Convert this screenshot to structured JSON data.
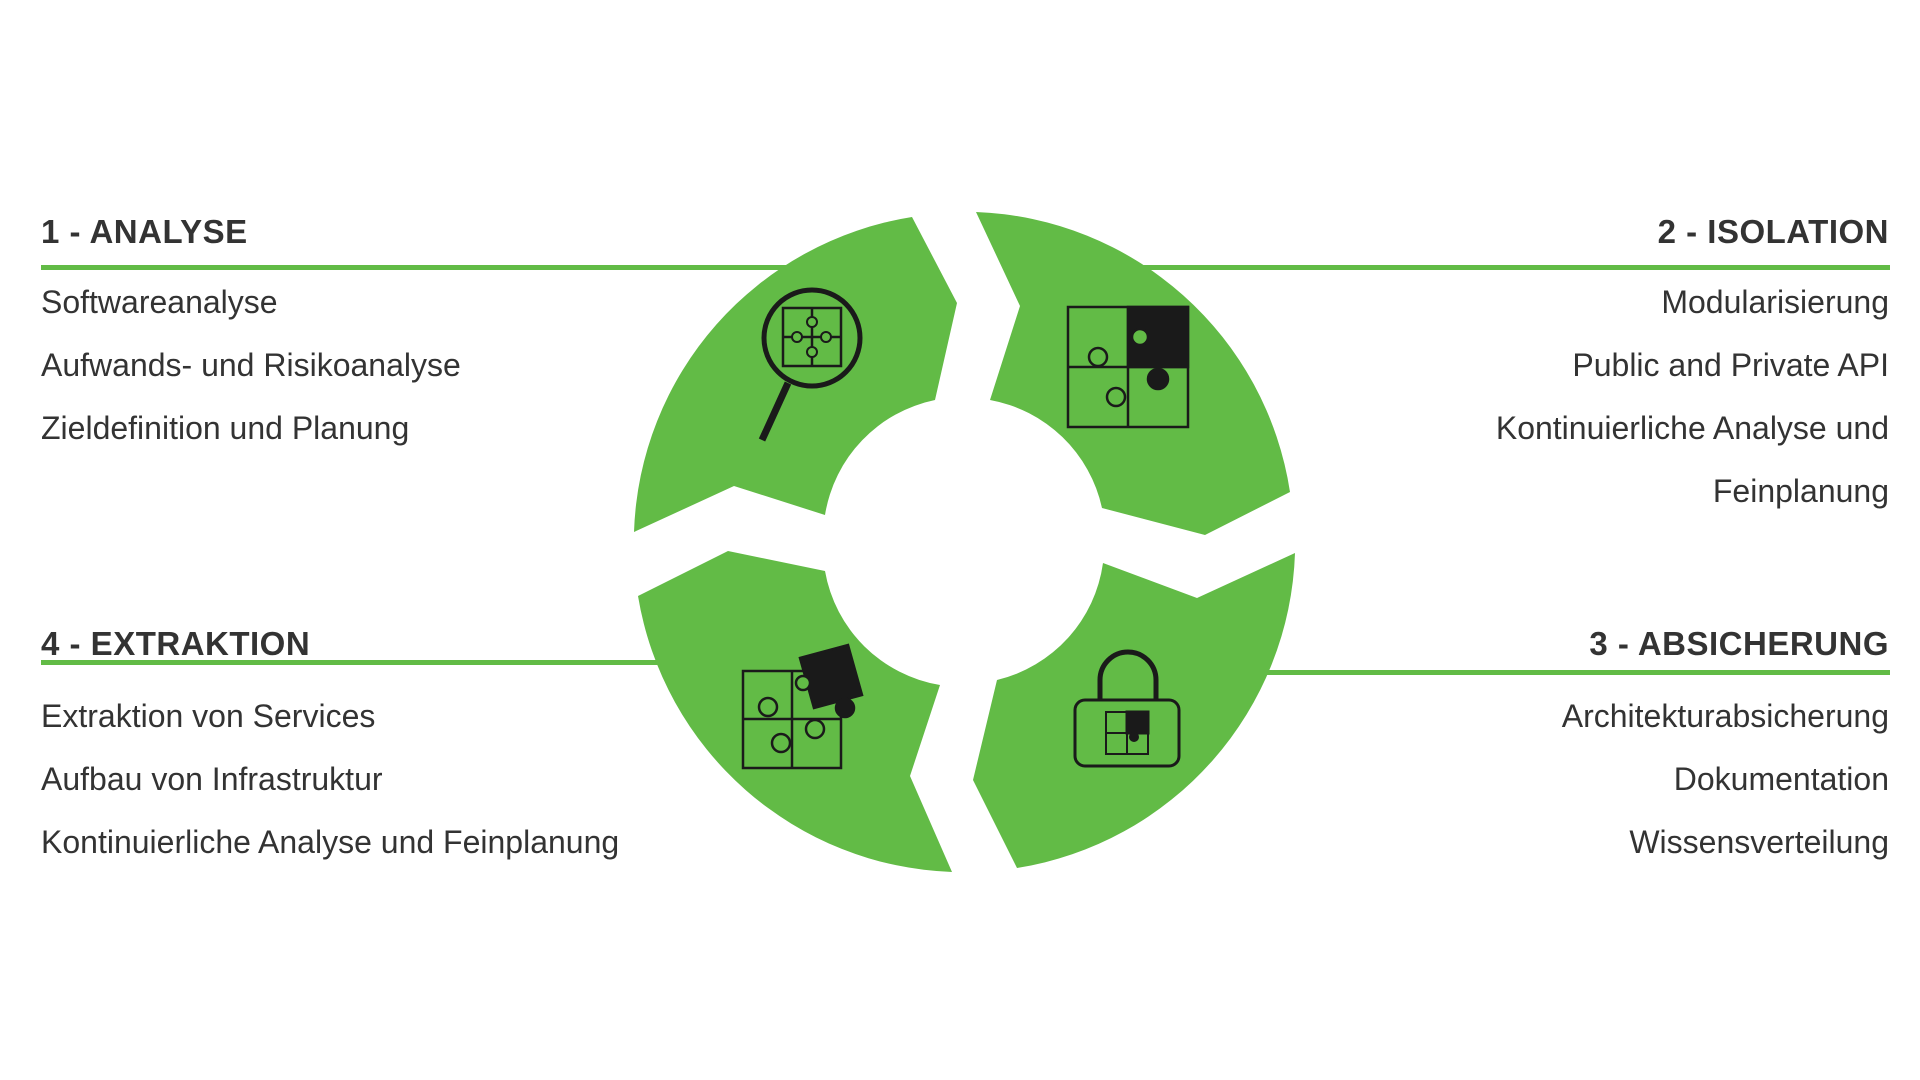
{
  "colors": {
    "accent": "#62bb46",
    "text": "#333333",
    "icon": "#1a1a1a"
  },
  "phases": [
    {
      "title": "1 - ANALYSE",
      "icon": "magnifier-puzzle-icon",
      "items": [
        "Softwareanalyse",
        "Aufwands- und Risikoanalyse",
        "Zieldefinition und Planung"
      ]
    },
    {
      "title": "2 - ISOLATION",
      "icon": "puzzle-highlight-icon",
      "items": [
        "Modularisierung",
        "Public and Private API",
        "Kontinuierliche Analyse und",
        "Feinplanung"
      ]
    },
    {
      "title": "3 - ABSICHERUNG",
      "icon": "padlock-puzzle-icon",
      "items": [
        "Architekturabsicherung",
        "Dokumentation",
        "Wissensverteilung"
      ]
    },
    {
      "title": "4 - EXTRAKTION",
      "icon": "puzzle-extract-icon",
      "items": [
        "Extraktion von Services",
        "Aufbau von Infrastruktur",
        "Kontinuierliche Analyse und Feinplanung"
      ]
    }
  ]
}
